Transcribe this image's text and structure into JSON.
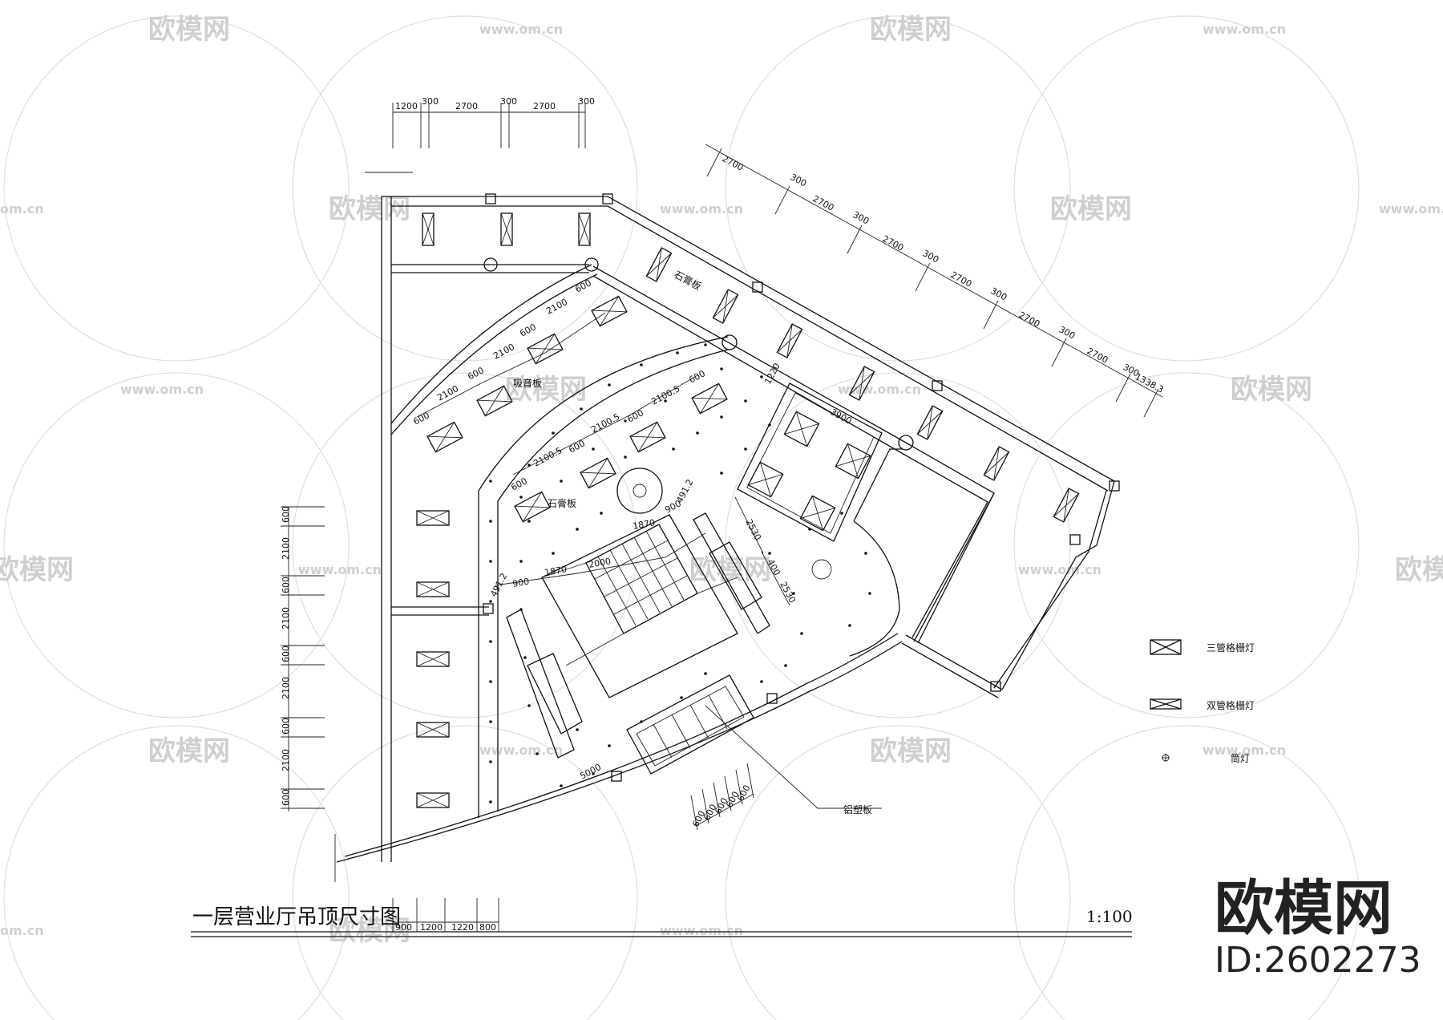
{
  "watermark": {
    "brand_text": "欧模网",
    "url_text": "www.om.cn",
    "url_short": "om.cn"
  },
  "drawing": {
    "title": "一层营业厅吊顶尺寸图",
    "scale": "1:100",
    "labels": {
      "gypsum_board_top": "石膏板",
      "sound_board": "吸音板",
      "gypsum_board_center": "石膏板",
      "aluminum_board": "铝塑板"
    },
    "dims_top": [
      "1200",
      "300",
      "2700",
      "300",
      "2700",
      "300"
    ],
    "dims_diagonal": [
      "2700",
      "300",
      "2700",
      "300",
      "2700",
      "300",
      "2700",
      "300",
      "2700",
      "300",
      "2700",
      "300",
      "1338.3"
    ],
    "dims_left": [
      "600",
      "2100",
      "600",
      "2100",
      "600",
      "2100",
      "600",
      "2100",
      "600"
    ],
    "dims_bottom": [
      "900",
      "1200",
      "1220",
      "800"
    ],
    "dims_stair": [
      "600",
      "600",
      "600",
      "600",
      "600"
    ],
    "dims_inner_arc": [
      "600",
      "2100",
      "600",
      "2100",
      "600",
      "2100",
      "600"
    ],
    "dims_mid_arc": [
      "600",
      "2100.5",
      "600",
      "2100.5",
      "600",
      "2100.5",
      "600"
    ],
    "dims_center": [
      "491.2",
      "900",
      "1870",
      "2000",
      "1870",
      "900",
      "491.2"
    ],
    "dims_misc": [
      "2530",
      "400",
      "2530",
      "3900",
      "1220",
      "5000"
    ]
  },
  "legend": [
    {
      "symbol": "triple-tube-grille-icon",
      "label": "三管格栅灯"
    },
    {
      "symbol": "double-tube-grille-icon",
      "label": "双管格栅灯"
    },
    {
      "symbol": "downlight-icon",
      "label": "筒灯"
    }
  ],
  "brand": {
    "name": "欧模网",
    "id": "ID:2602273"
  }
}
